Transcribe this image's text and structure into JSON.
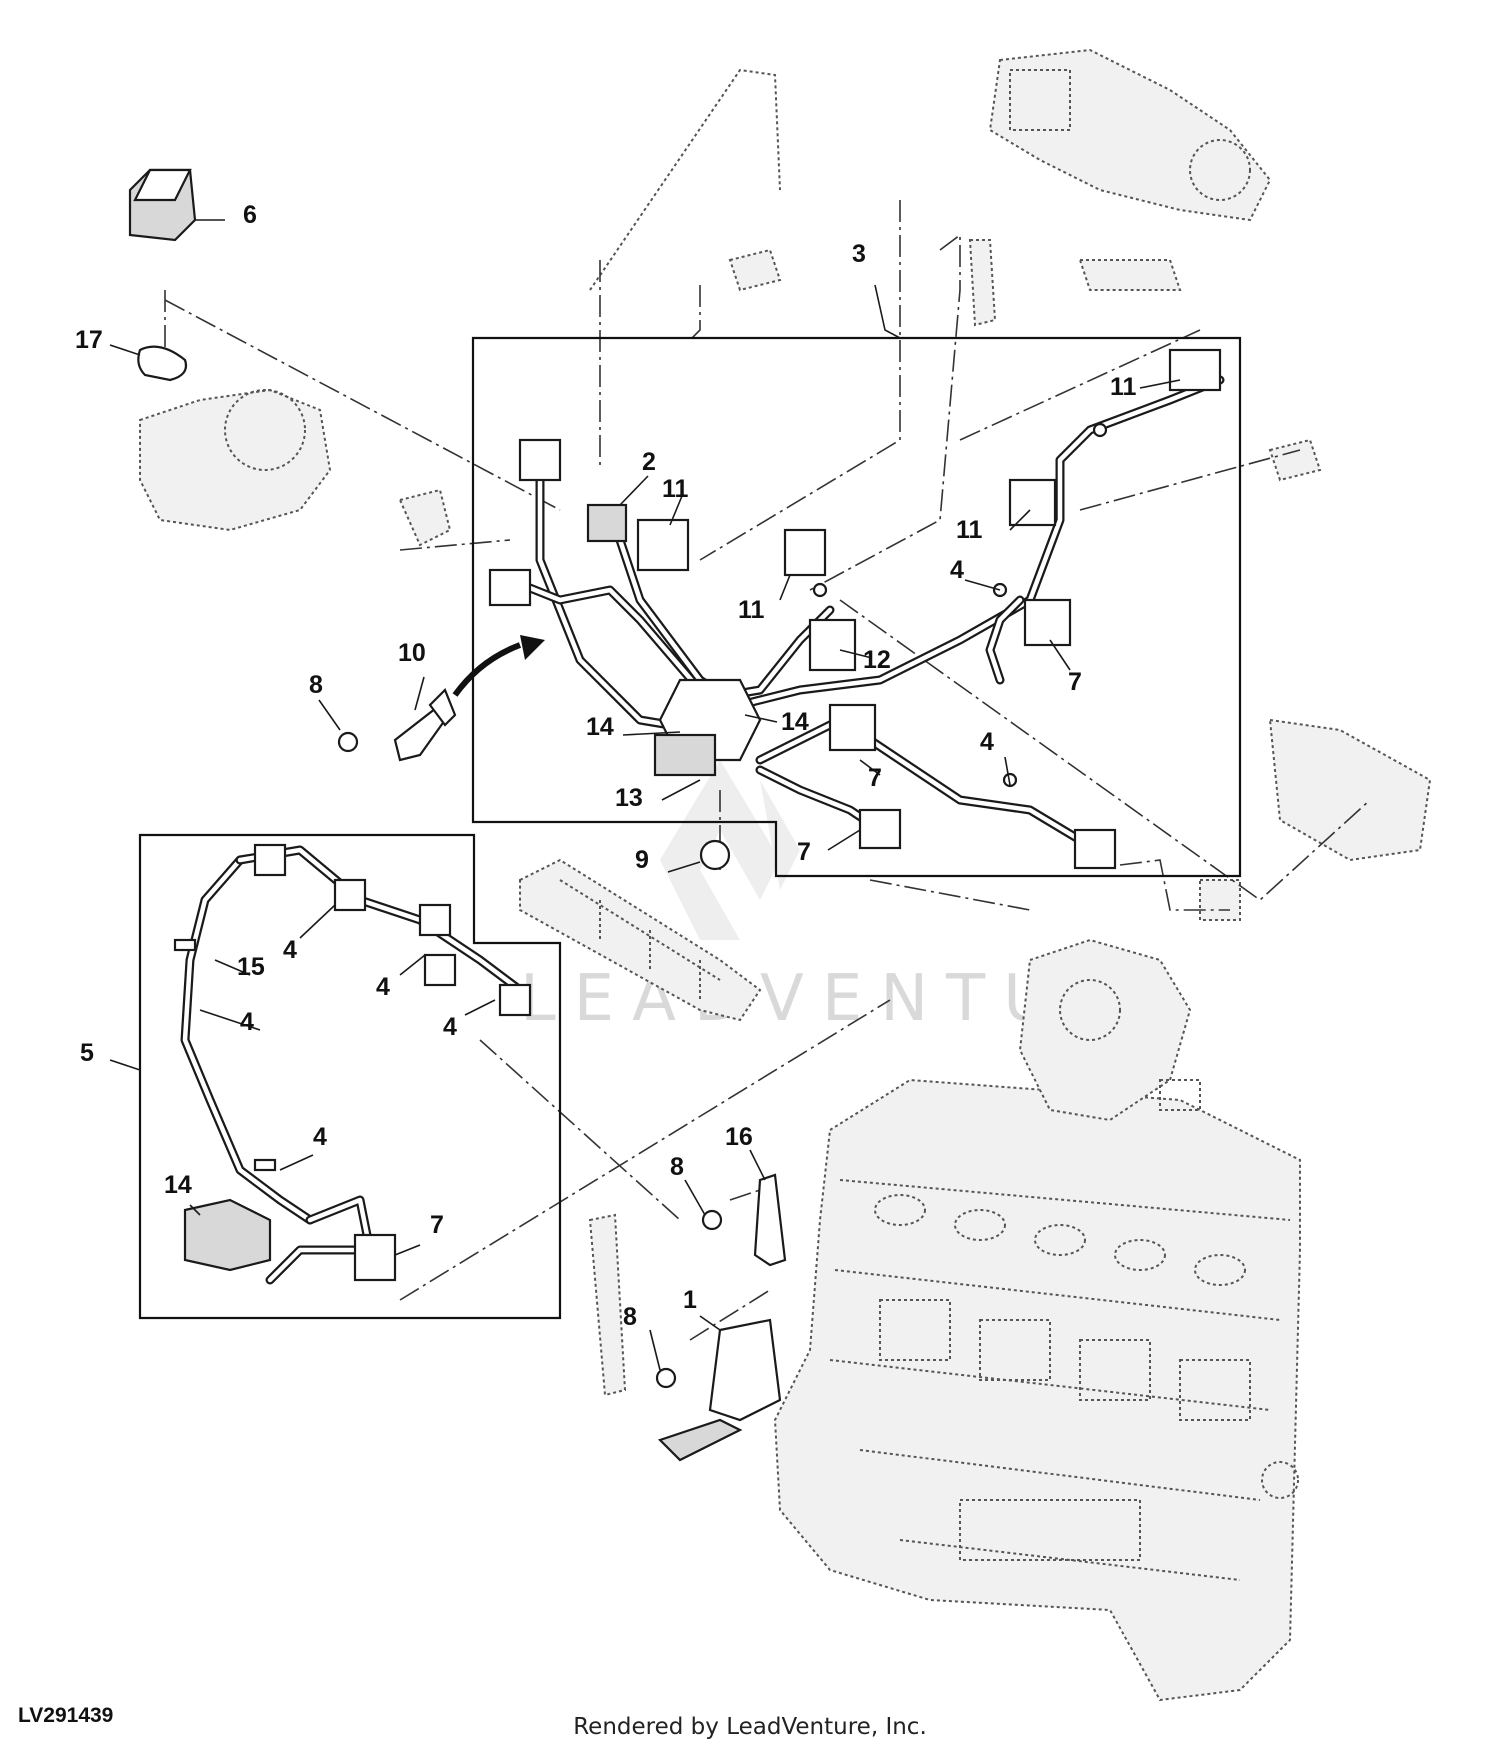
{
  "watermark": "LEADVENTURE",
  "drawing_id": "LV291439",
  "footer": "Rendered by LeadVenture, Inc.",
  "callouts": {
    "c1": "1",
    "c2": "2",
    "c3": "3",
    "c4a": "4",
    "c4b": "4",
    "c4c": "4",
    "c4d": "4",
    "c4e": "4",
    "c4f": "4",
    "c4g": "4",
    "c5": "5",
    "c6": "6",
    "c7a": "7",
    "c7b": "7",
    "c7c": "7",
    "c7d": "7",
    "c8a": "8",
    "c8b": "8",
    "c8c": "8",
    "c9": "9",
    "c10": "10",
    "c11a": "11",
    "c11b": "11",
    "c11c": "11",
    "c11d": "11",
    "c12": "12",
    "c13": "13",
    "c14a": "14",
    "c14b": "14",
    "c14c": "14",
    "c15": "15",
    "c16": "16",
    "c17": "17"
  }
}
